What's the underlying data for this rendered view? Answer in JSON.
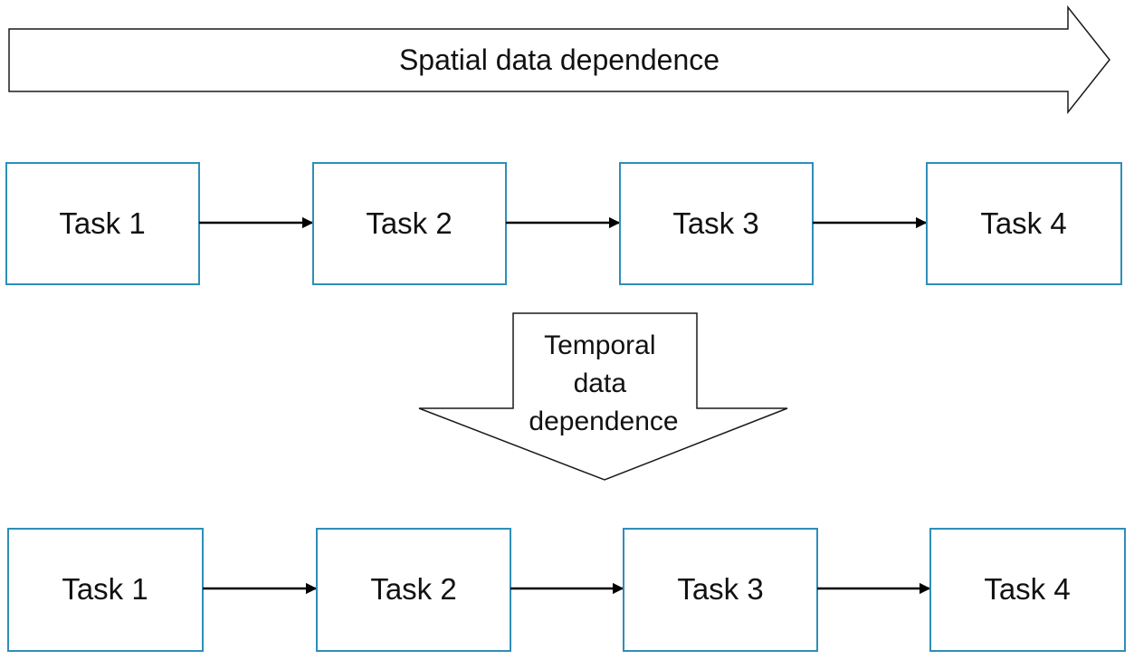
{
  "spatial_arrow": {
    "label": "Spatial data dependence"
  },
  "temporal_arrow": {
    "label_lines": [
      "Temporal",
      "data",
      "dependence"
    ]
  },
  "rows": [
    {
      "tasks": [
        "Task 1",
        "Task 2",
        "Task 3",
        "Task 4"
      ]
    },
    {
      "tasks": [
        "Task 1",
        "Task 2",
        "Task 3",
        "Task 4"
      ]
    }
  ],
  "colors": {
    "box_border": "#2e8fb8",
    "arrow_line": "#000000",
    "outline": "#1a1a1a",
    "text": "#111111"
  }
}
